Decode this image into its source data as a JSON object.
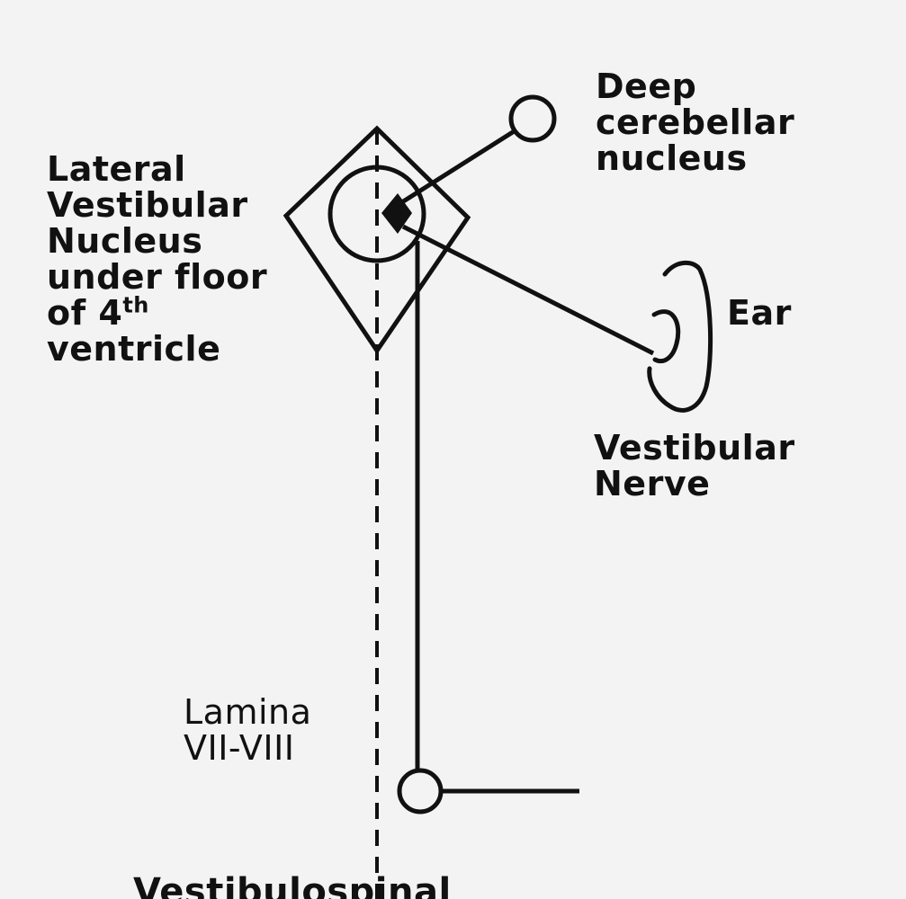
{
  "labels": {
    "lateral_vestibular_nucleus": {
      "line1": "Lateral",
      "line2": "Vestibular",
      "line3": "Nucleus",
      "line4": "under floor",
      "line5_prefix": "of 4",
      "line5_sup": "th",
      "line6": "ventricle"
    },
    "deep_cerebellar_nucleus": {
      "line1": "Deep",
      "line2": "cerebellar",
      "line3": "nucleus"
    },
    "ear": "Ear",
    "vestibular_nerve": {
      "line1": "Vestibular",
      "line2": "Nerve"
    },
    "lamina": {
      "line1": "Lamina",
      "line2": "VII-VIII"
    },
    "vestibulospinal": "Vestibulospinal"
  },
  "colors": {
    "background": "#f3f3f3",
    "ink": "#111111"
  }
}
